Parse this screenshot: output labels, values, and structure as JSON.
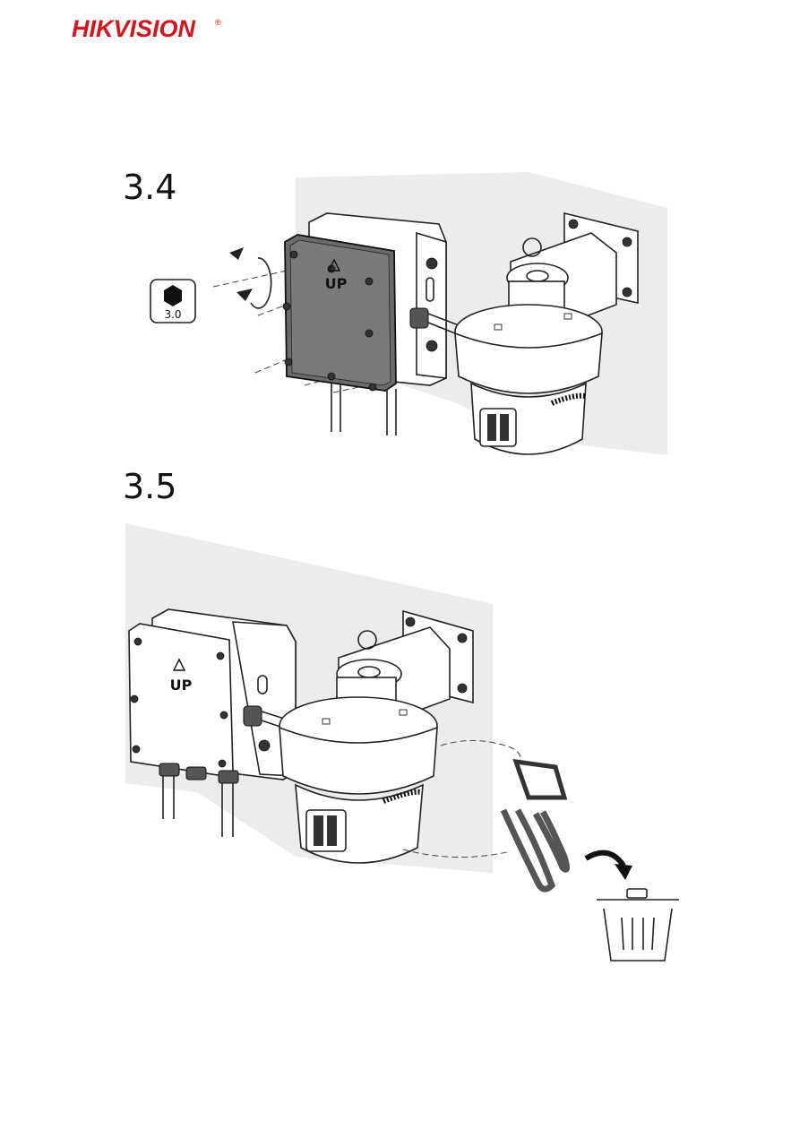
{
  "header": {
    "brand": "HIKVISION",
    "brand_mark": "®"
  },
  "steps": [
    {
      "label": "3.4",
      "tool": {
        "icon": "hex-key-icon",
        "size": "3.0"
      },
      "cover_label": "UP"
    },
    {
      "label": "3.5",
      "cover_label": "UP",
      "icons": [
        "curved-arrow-icon",
        "trash-bin-icon"
      ]
    }
  ],
  "colors": {
    "brand_red": "#d7141e",
    "wall_gray": "#ececec",
    "cover_dark": "#6b6b6b",
    "line": "#222222"
  }
}
